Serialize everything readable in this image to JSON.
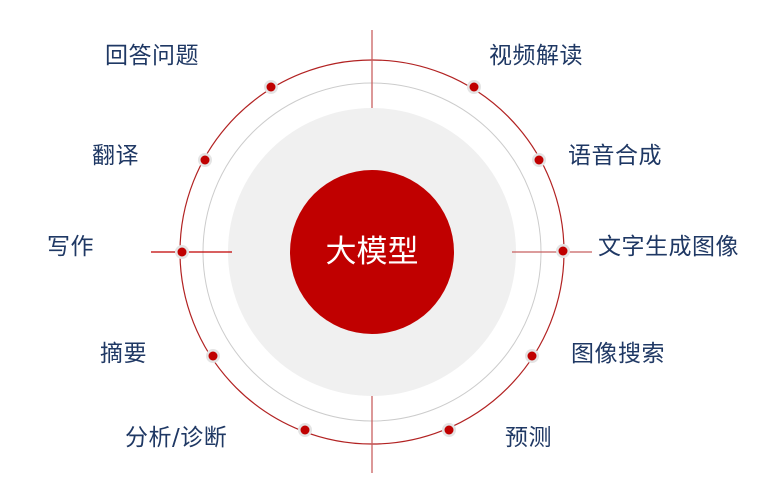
{
  "center": {
    "label": "大模型"
  },
  "colors": {
    "accent_red": "#c00000",
    "label_navy": "#1f3864",
    "inner_disk": "#f0f0f0",
    "guide_gray": "#cfcfcf"
  },
  "items": [
    {
      "label": "回答问题"
    },
    {
      "label": "翻译"
    },
    {
      "label": "写作"
    },
    {
      "label": "摘要"
    },
    {
      "label": "分析/诊断"
    },
    {
      "label": "视频解读"
    },
    {
      "label": "语音合成"
    },
    {
      "label": "文字生成图像"
    },
    {
      "label": "图像搜索"
    },
    {
      "label": "预测"
    }
  ]
}
